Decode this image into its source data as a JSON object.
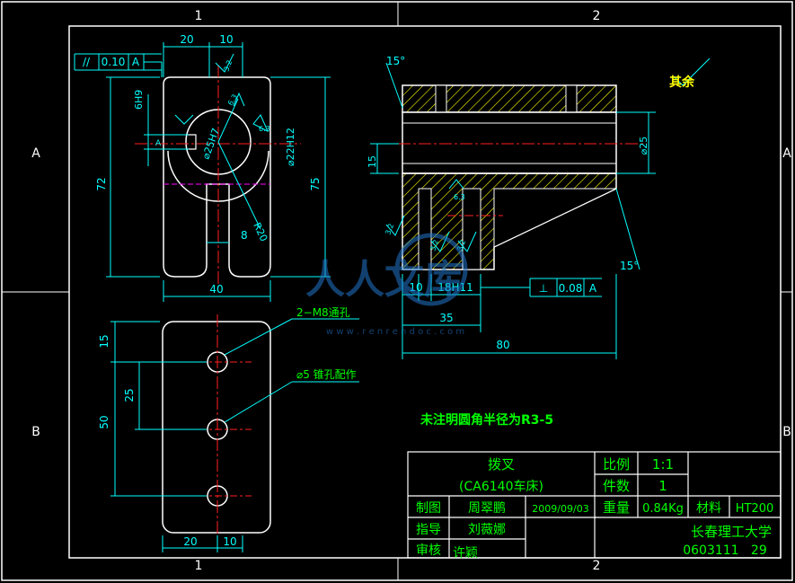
{
  "border": {
    "zone_top_1": "1",
    "zone_top_2": "2",
    "zone_bottom_1": "1",
    "zone_bottom_2": "2",
    "zone_left_a": "A",
    "zone_left_b": "B",
    "zone_right_a": "A",
    "zone_right_b": "B"
  },
  "front_view": {
    "dim_top_left": "20",
    "dim_top_right": "10",
    "tolerance_sym": "//",
    "tolerance_val": "0.10",
    "tolerance_ref": "A",
    "rough_32": "3.2",
    "rough_63a": "6.3",
    "rough_63b": "6.3",
    "fit_6h9": "6H9",
    "dim_72": "72",
    "dim_75": "75",
    "dim_phi25h7": "⌀25H7",
    "dim_phi22h12": "⌀22H12",
    "dim_r20": "R20",
    "dim_8": "8",
    "dim_40": "40",
    "datum_a": "A"
  },
  "side_view": {
    "angle_15_top": "15°",
    "angle_15_right": "15°",
    "other_label": "其余",
    "dim_phi25": "⌀25",
    "dim_15": "15",
    "rough_63": "6.3",
    "rough_32a": "3.2",
    "rough_32b": "3.2",
    "rough_32c": "3.2",
    "dim_10": "10",
    "dim_18h11": "18H11",
    "perp_sym": "⊥",
    "perp_val": "0.08",
    "perp_ref": "A",
    "dim_35": "35",
    "dim_80": "80"
  },
  "bottom_view": {
    "dim_15": "15",
    "dim_25": "25",
    "dim_50": "50",
    "dim_20": "20",
    "dim_10": "10",
    "note_m8": "2−M8通孔",
    "note_phi5": "⌀5 锥孔配作"
  },
  "note": "未注明圆角半径为R3-5",
  "title_block": {
    "part_name": "拨叉",
    "machine": "(CA6140车床)",
    "scale_label": "比例",
    "scale_value": "1:1",
    "qty_label": "件数",
    "qty_value": "1",
    "drawn_label": "制图",
    "drawn_name": "周翠鹏",
    "date": "2009/09/03",
    "weight_label": "重量",
    "weight_value": "0.84Kg",
    "material_label": "材料",
    "material_value": "HT200",
    "guide_label": "指导",
    "guide_name": "刘薇娜",
    "review_label": "审核",
    "review_name": "许颖",
    "school": "长春理工大学",
    "code": "0603111   29"
  },
  "watermark": {
    "text": "人人文库",
    "url": "w w w . r e n r e n d o c . c o m"
  },
  "colors": {
    "background": "#000000",
    "outline": "#ffffff",
    "dimension": "#00ffff",
    "center": "#ff2020",
    "text": "#00ff00",
    "hatch": "#ffff00",
    "hidden": "#ff00ff"
  }
}
